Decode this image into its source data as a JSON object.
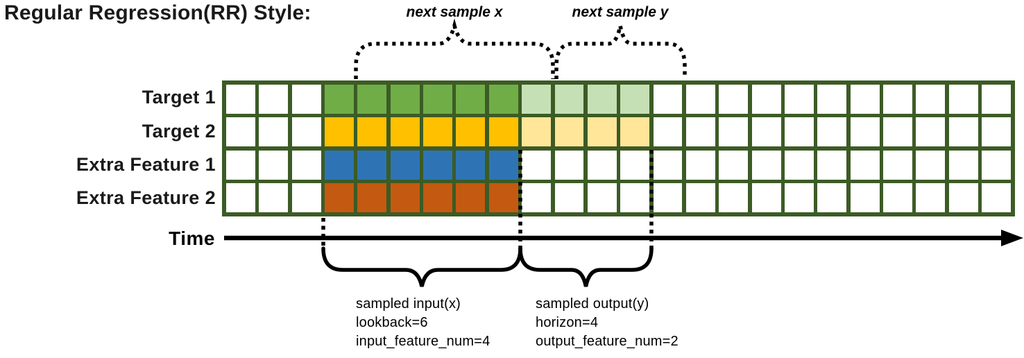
{
  "title": "Regular Regression(RR) Style:",
  "colors": {
    "grid_line": "#3C5B25",
    "cell_empty": "#FFFFFF",
    "target1_solid": "#70AD47",
    "target1_light": "#C5E0B4",
    "target2_solid": "#FFC000",
    "target2_light": "#FFE699",
    "extra1_solid": "#2E74B5",
    "extra2_solid": "#C45911",
    "annotation": "#000000"
  },
  "grid": {
    "columns": 24,
    "rows": [
      {
        "label": "Target 1",
        "segments": [
          {
            "count": 3,
            "color": "cell_empty"
          },
          {
            "count": 6,
            "color": "target1_solid"
          },
          {
            "count": 4,
            "color": "target1_light"
          },
          {
            "count": 11,
            "color": "cell_empty"
          }
        ]
      },
      {
        "label": "Target 2",
        "segments": [
          {
            "count": 3,
            "color": "cell_empty"
          },
          {
            "count": 6,
            "color": "target2_solid"
          },
          {
            "count": 4,
            "color": "target2_light"
          },
          {
            "count": 11,
            "color": "cell_empty"
          }
        ]
      },
      {
        "label": "Extra Feature 1",
        "segments": [
          {
            "count": 3,
            "color": "cell_empty"
          },
          {
            "count": 6,
            "color": "extra1_solid"
          },
          {
            "count": 15,
            "color": "cell_empty"
          }
        ]
      },
      {
        "label": "Extra Feature 2",
        "segments": [
          {
            "count": 3,
            "color": "cell_empty"
          },
          {
            "count": 6,
            "color": "extra2_solid"
          },
          {
            "count": 15,
            "color": "cell_empty"
          }
        ]
      }
    ]
  },
  "annotations": {
    "next_sample_x": "next sample x",
    "next_sample_y": "next sample y",
    "time_label": "Time",
    "input_block": {
      "lines": [
        "sampled input(x)",
        "lookback=6",
        "input_feature_num=4"
      ]
    },
    "output_block": {
      "lines": [
        "sampled output(y)",
        "horizon=4",
        "output_feature_num=2"
      ]
    }
  }
}
